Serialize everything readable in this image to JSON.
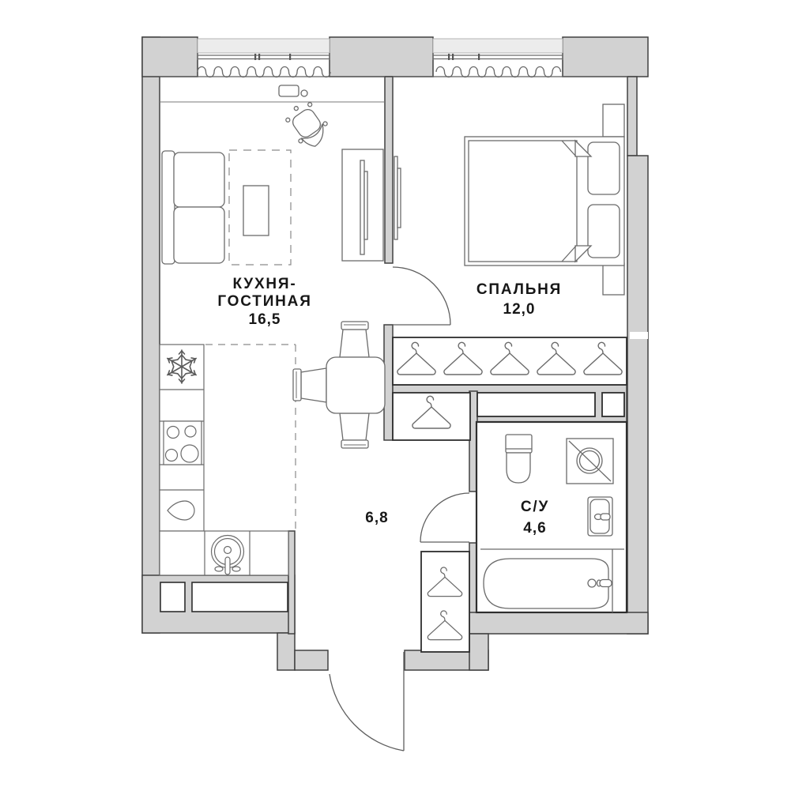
{
  "plan": {
    "title": "apartment-floor-plan",
    "rooms": {
      "kitchen_living": {
        "label_line1": "КУХНЯ-",
        "label_line2": "ГОСТИНАЯ",
        "area": "16,5"
      },
      "bedroom": {
        "label": "СПАЛЬНЯ",
        "area": "12,0"
      },
      "hallway": {
        "area": "6,8"
      },
      "bathroom": {
        "label": "С/У",
        "area": "4,6"
      }
    },
    "colors": {
      "wall_fill": "#d2d2d2",
      "wall_line": "#414141",
      "furniture_line": "#6b6b6b",
      "box_line": "#2e2e2e",
      "glass_fill": "#ececec",
      "text": "#171717",
      "background": "#ffffff"
    },
    "icons": [
      "snowflake-icon",
      "hanger-icon",
      "sink-icon",
      "stove-burners-icon",
      "teardrop-icon",
      "washing-machine-icon",
      "toilet-icon",
      "bathtub-icon",
      "door-swing-icon",
      "curtain-wave-icon",
      "sofa-icon",
      "bed-icon",
      "dining-table-icon",
      "office-chair-icon",
      "laptop-icon",
      "tv-icon"
    ]
  }
}
